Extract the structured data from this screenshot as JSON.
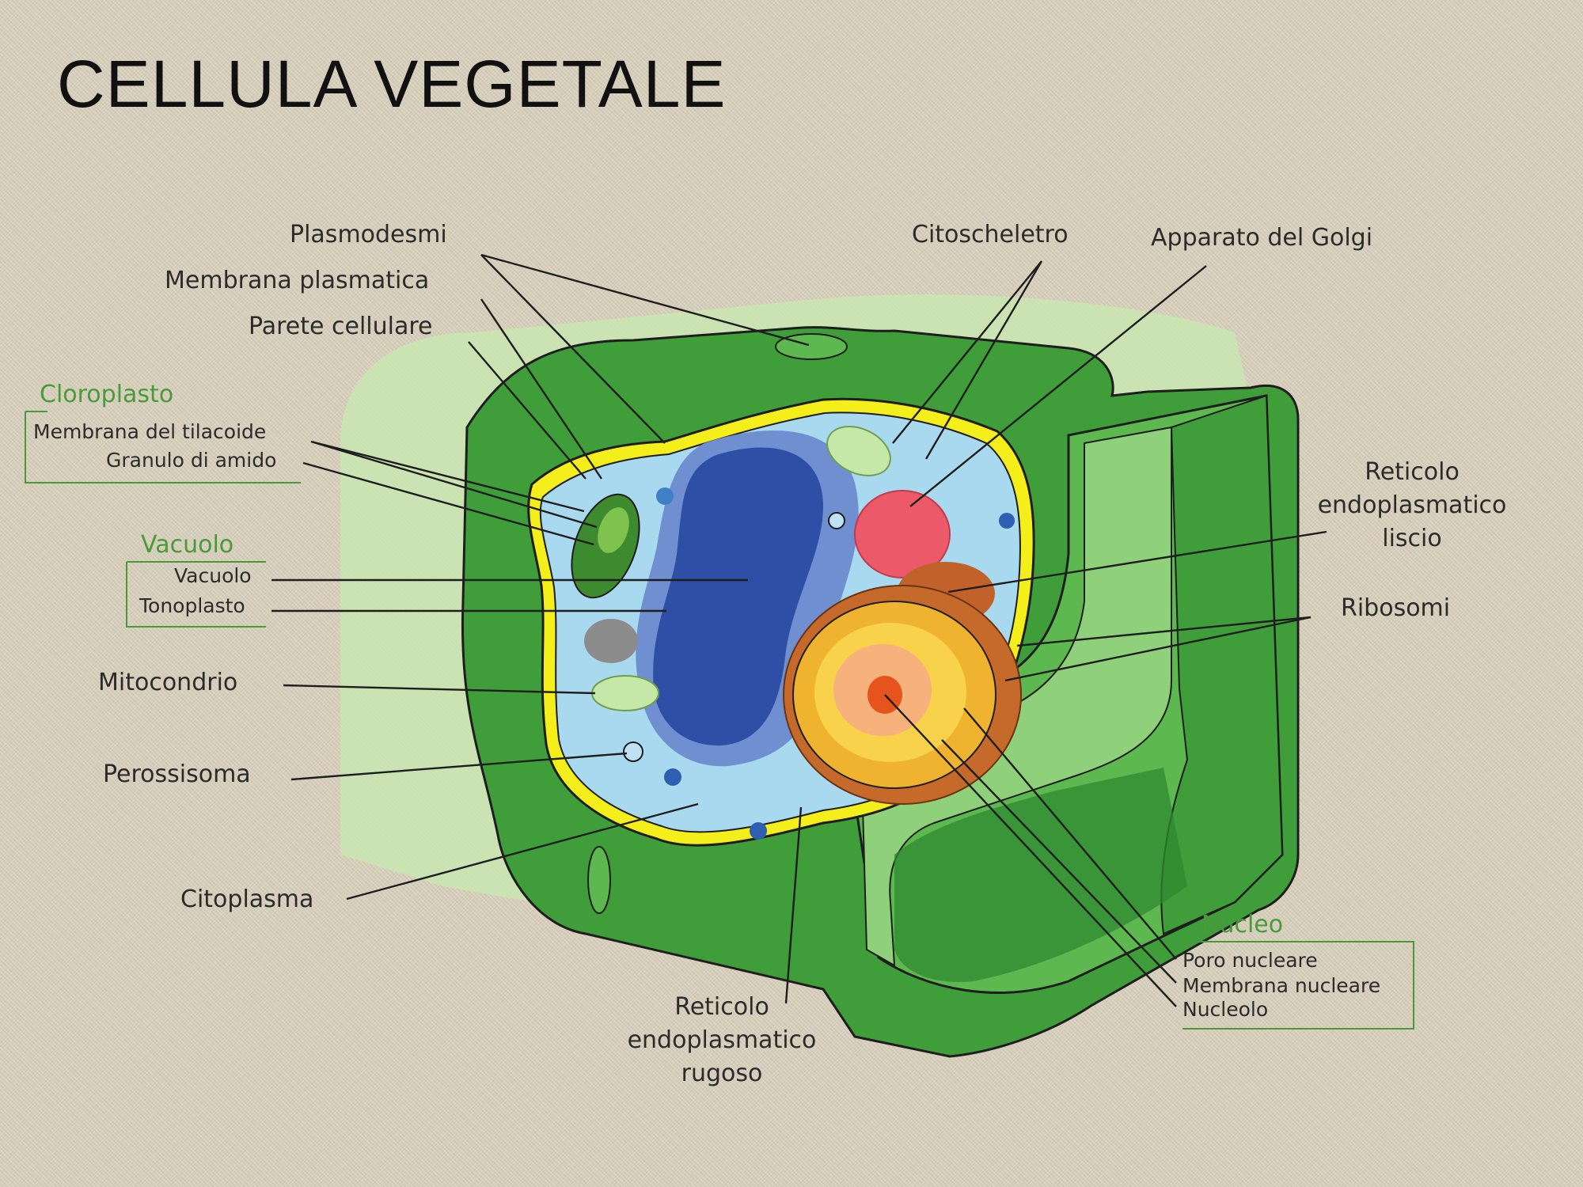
{
  "title": "CELLULA VEGETALE",
  "labels": {
    "plasmodesmi": "Plasmodesmi",
    "membrana_plasmatica": "Membrana plasmatica",
    "parete_cellulare": "Parete cellulare",
    "citoscheletro": "Citoscheletro",
    "apparato_golgi": "Apparato del Golgi",
    "rel_1": "Reticolo",
    "rel_2": "endoplasmatico",
    "rel_3": "liscio",
    "ribosomi": "Ribosomi",
    "mitocondrio": "Mitocondrio",
    "perossisoma": "Perossisoma",
    "citoplasma": "Citoplasma",
    "rer_1": "Reticolo",
    "rer_2": "endoplasmatico",
    "rer_3": "rugoso"
  },
  "groups": {
    "cloroplasto": {
      "title": "Cloroplasto",
      "items": [
        "Membrana del tilacoide",
        "Granulo di amido"
      ]
    },
    "vacuolo": {
      "title": "Vacuolo",
      "items": [
        "Vacuolo",
        "Tonoplasto"
      ]
    },
    "nucleo": {
      "title": "Nucleo",
      "items": [
        "Poro nucleare",
        "Membrana nucleare",
        "Nucleolo"
      ]
    }
  },
  "colors": {
    "background": "#d8d0bc",
    "wall_dark": "#3f9e3a",
    "wall_mid": "#5cb84f",
    "wall_light": "#8fd07a",
    "halo": "#c9e6b0",
    "membrane": "#f4ee1a",
    "cytoplasm": "#a9d9ef",
    "vacuole": "#2f4fa6",
    "tonoplast": "#6f8fd0",
    "nucleus": "#f2a12b",
    "golgi": "#ec5a6a",
    "group_label": "#4a9a3c"
  }
}
